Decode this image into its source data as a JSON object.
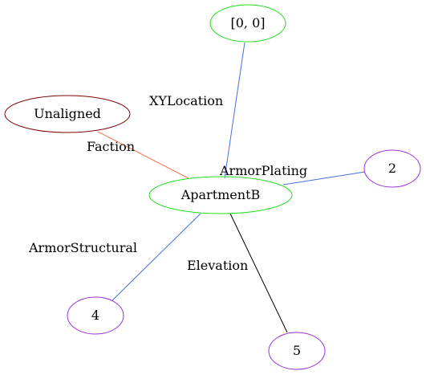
{
  "nodes": {
    "xy": {
      "label": "[0, 0]",
      "color": "#22dd22"
    },
    "unaligned": {
      "label": "Unaligned",
      "color": "#7a0000"
    },
    "apartment": {
      "label": "ApartmentB",
      "color": "#22dd22"
    },
    "two": {
      "label": "2",
      "color": "#9b30d9"
    },
    "four": {
      "label": "4",
      "color": "#9b30d9"
    },
    "five": {
      "label": "5",
      "color": "#9b30d9"
    }
  },
  "edges": {
    "xylocation": {
      "label": "XYLocation",
      "color": "#4a6ee0"
    },
    "faction": {
      "label": "Faction",
      "color": "#f07850"
    },
    "armorplating": {
      "label": "ArmorPlating",
      "color": "#4a6ee0"
    },
    "armorstructural": {
      "label": "ArmorStructural",
      "color": "#4a6ee0"
    },
    "elevation": {
      "label": "Elevation",
      "color": "#000000"
    }
  }
}
